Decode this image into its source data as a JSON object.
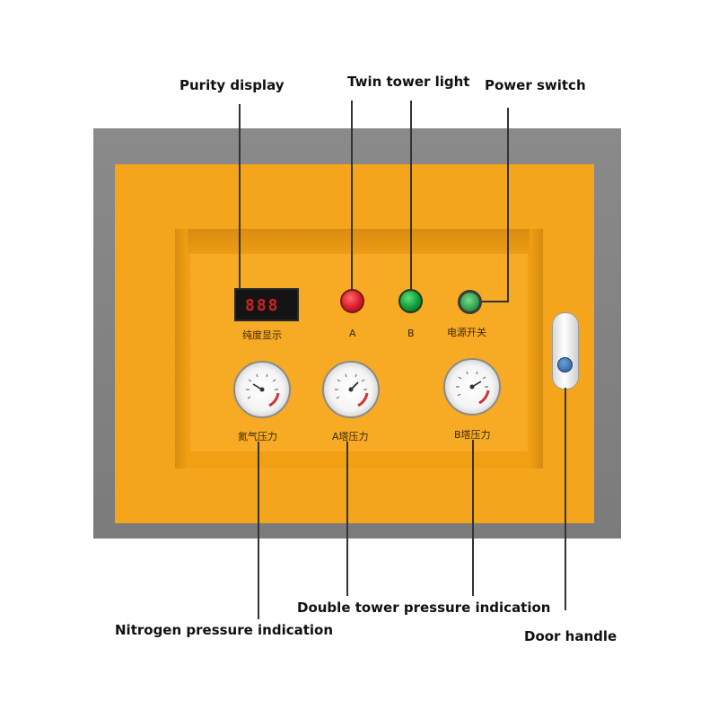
{
  "callouts": {
    "purity_display": "Purity display",
    "twin_tower_light": "Twin tower light",
    "power_switch": "Power switch",
    "double_tower_pressure": "Double tower pressure indication",
    "nitrogen_pressure": "Nitrogen pressure indication",
    "door_handle": "Door handle"
  },
  "panel": {
    "display_digits": "888",
    "purity_label": "纯度显示",
    "lamp_a_label": "A",
    "lamp_b_label": "B",
    "power_label": "电源开关",
    "gauge_nitrogen_label": "氮气压力",
    "gauge_a_label": "A塔压力",
    "gauge_b_label": "B塔压力"
  },
  "colors": {
    "cabinet_orange": "#f4a51c",
    "frame_gray": "#7b7b7b",
    "lamp_red": "#d81c2a",
    "lamp_green": "#119a3a"
  }
}
